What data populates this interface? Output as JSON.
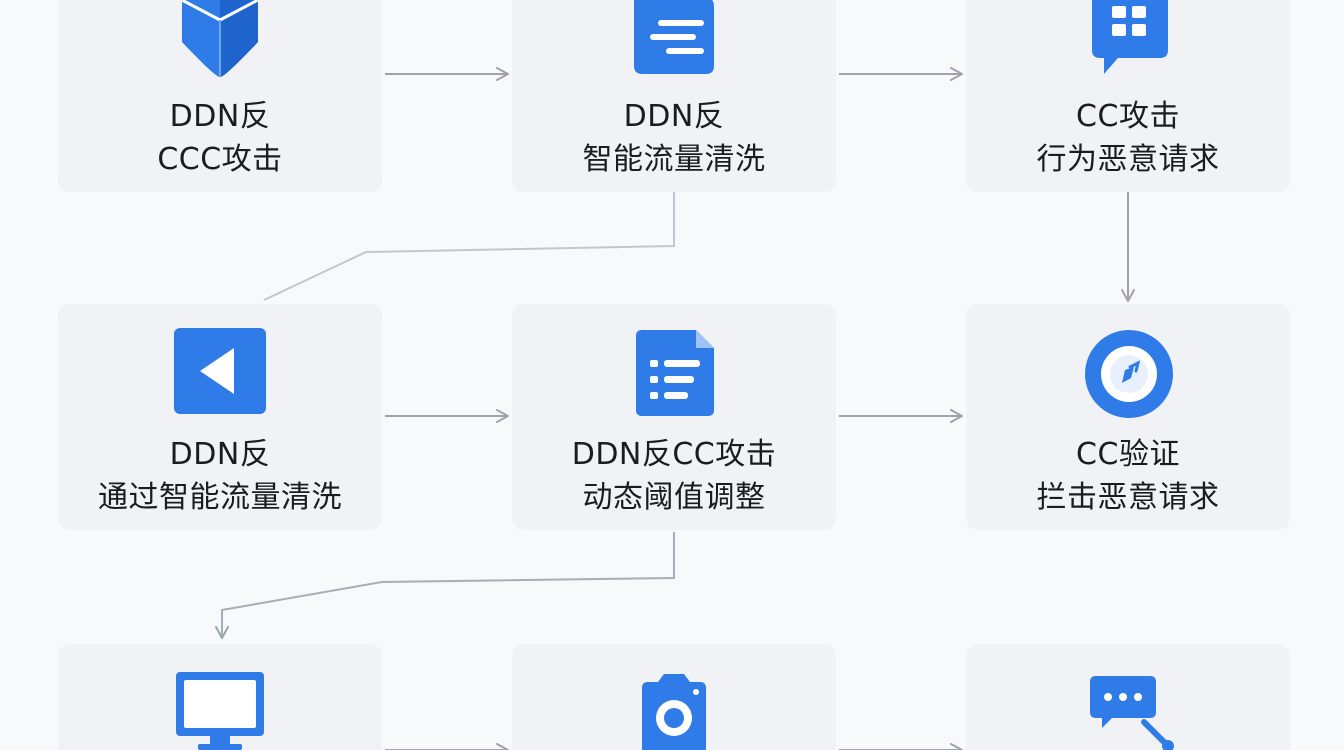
{
  "colors": {
    "accent": "#2f7be8",
    "background": "#f8f9fb",
    "card": "#f0f2f6",
    "connector": "#9ea3ac",
    "text": "#1c1c1f"
  },
  "nodes": [
    {
      "id": "n1",
      "icon": "shield-icon",
      "line1": "DDN反",
      "line2": "CCC攻击"
    },
    {
      "id": "n2",
      "icon": "folder-document-icon",
      "line1": "DDN反",
      "line2": "智能流量清洗"
    },
    {
      "id": "n3",
      "icon": "chat-grid-icon",
      "line1": "CC攻击",
      "line2": "行为恶意请求"
    },
    {
      "id": "n4",
      "icon": "play-back-icon",
      "line1": "DDN反",
      "line2": "通过智能流量清洗"
    },
    {
      "id": "n5",
      "icon": "document-list-icon",
      "line1": "DDN反CC攻击",
      "line2": "动态阈值调整"
    },
    {
      "id": "n6",
      "icon": "verify-circle-icon",
      "line1": "CC验证",
      "line2": "拦击恶意请求"
    },
    {
      "id": "n7",
      "icon": "monitor-icon",
      "line1": "",
      "line2": ""
    },
    {
      "id": "n8",
      "icon": "camera-icon",
      "line1": "",
      "line2": ""
    },
    {
      "id": "n9",
      "icon": "chat-search-icon",
      "line1": "",
      "line2": ""
    }
  ],
  "edges": [
    {
      "from": "n1",
      "to": "n2",
      "arrow": true
    },
    {
      "from": "n2",
      "to": "n3",
      "arrow": true
    },
    {
      "from": "n2",
      "to": "n4",
      "arrow": false
    },
    {
      "from": "n3",
      "to": "n6",
      "arrow": true
    },
    {
      "from": "n4",
      "to": "n5",
      "arrow": true
    },
    {
      "from": "n5",
      "to": "n6",
      "arrow": true
    },
    {
      "from": "n5",
      "to": "n7",
      "arrow": true
    },
    {
      "from": "n7",
      "to": "n8",
      "arrow": true
    },
    {
      "from": "n8",
      "to": "n9",
      "arrow": true
    }
  ]
}
